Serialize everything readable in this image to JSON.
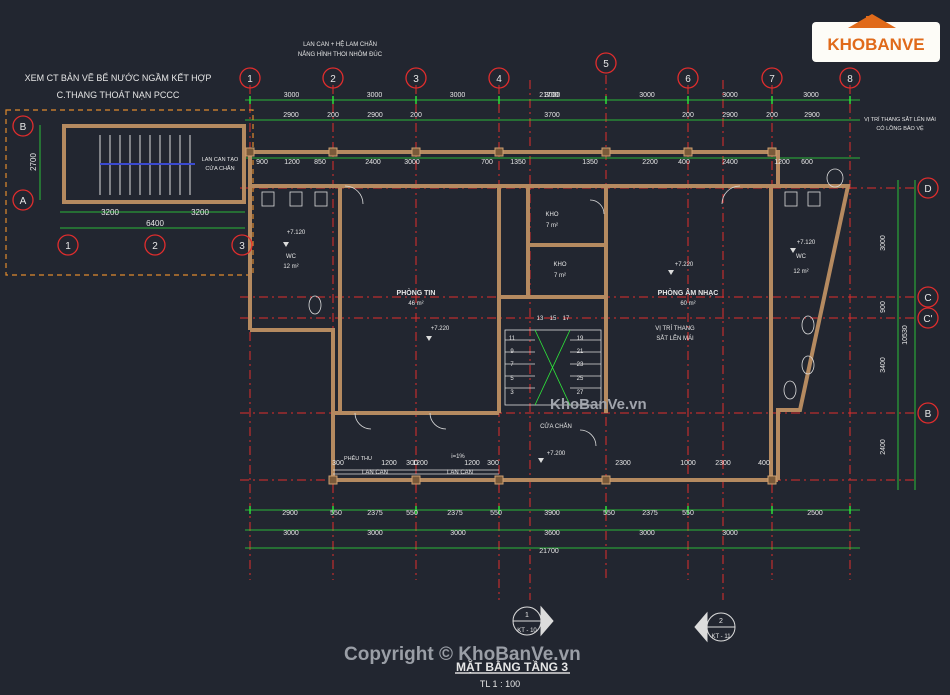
{
  "notes": {
    "ref_note_line1": "XEM CT BẢN VẼ BỂ NƯỚC NGẦM KẾT HỢP",
    "ref_note_line2": "C.THANG THOÁT NẠN PCCC",
    "top_note_line1": "LAN CAN + HỆ LAM CHẮN",
    "top_note_line2": "NẮNG HÌNH THOI NHÔM ĐÚC",
    "right_note_line1": "VỊ TRÍ THANG SẮT LÊN MÁI",
    "right_note_line2": "CÓ LỒNG BẢO VỆ",
    "stair_note_line1": "LAN CAN TẠO",
    "stair_note_line2": "CỬA CHẮN",
    "center_note_line1": "VỊ TRÍ THANG",
    "center_note_line2": "SẮT LÊN MÁI"
  },
  "grid_top": [
    "1",
    "2",
    "3",
    "4",
    "5",
    "6",
    "7",
    "8"
  ],
  "grid_right": [
    "D",
    "C",
    "C'",
    "B"
  ],
  "grid_left_stair": [
    "B",
    "A"
  ],
  "grid_bottom_stair": [
    "1",
    "2",
    "3"
  ],
  "dims": {
    "top_row1": [
      "3000",
      "3000",
      "3000",
      "3000",
      "3000",
      "3000",
      "3000"
    ],
    "top_total": "21700",
    "top_row2": [
      "2900",
      "200",
      "2900",
      "200",
      "3700",
      "200",
      "2900",
      "200",
      "2900"
    ],
    "top_row3": [
      "900",
      "1200",
      "850",
      "2400",
      "3000",
      "700",
      "1350",
      "1350",
      "2200",
      "400",
      "2400",
      "1200",
      "600"
    ],
    "bottom_row1": [
      "2900",
      "550",
      "2375",
      "550",
      "2375",
      "550",
      "3900",
      "550",
      "2375",
      "550",
      "2500"
    ],
    "bottom_row2": [
      "3000",
      "3000",
      "3000",
      "3600",
      "3000",
      "3000"
    ],
    "bottom_total": "21700",
    "right": [
      "3000",
      "900",
      "3400",
      "2400"
    ],
    "right_total": "10530",
    "stair_width": "6400",
    "stair_half": [
      "3200",
      "3200"
    ],
    "stair_depth": "2700",
    "under_room": [
      "300",
      "1200",
      "300",
      "1200",
      "1200",
      "300",
      "2300",
      "1000",
      "2300",
      "400"
    ]
  },
  "rooms": {
    "wc_left": "WC",
    "wc_left_area": "12 m²",
    "phong_tin": "PHÒNG TIN",
    "phong_tin_area": "46 m²",
    "kho1": "KHO",
    "kho1_area": "7 m²",
    "kho2": "KHO",
    "kho2_area": "7 m²",
    "phong_am_nhac": "PHÒNG ÂM NHẠC",
    "phong_am_nhac_area": "60 m²",
    "wc_right": "WC",
    "wc_right_area": "12 m²",
    "cua_chan": "CỬA CHẮN",
    "lan_can_1": "LAN CAN",
    "lan_can_2": "LAN CAN",
    "pheu_thu": "PHỄU THU"
  },
  "levels": [
    "+7.120",
    "+7.220",
    "+7.220",
    "+7.200",
    "+7.120"
  ],
  "slope": "i=1%",
  "stair_numbers_left": [
    "11",
    "9",
    "7",
    "5",
    "3"
  ],
  "stair_numbers_right": [
    "19",
    "21",
    "23",
    "25",
    "27"
  ],
  "stair_numbers_top": [
    "13",
    "15",
    "17"
  ],
  "sections": [
    {
      "num": "1",
      "sheet": "KT - 10"
    },
    {
      "num": "2",
      "sheet": "KT - 11"
    }
  ],
  "title": "MẶT BẰNG TẦNG 3",
  "scale": "TL 1 : 100",
  "watermark_mid": "KhoBanVe.vn",
  "watermark_bottom": "Copyright © KhoBanVe.vn",
  "logo_text": "KHOBANVE",
  "colors": {
    "background": "#222630",
    "wall": "#b58a60",
    "dim_green": "#2ee83a",
    "grid_red": "#e02d2d",
    "ref_orange": "#e08a2d",
    "text_white": "#e6e6e6",
    "text_yellow": "#e8e060"
  }
}
